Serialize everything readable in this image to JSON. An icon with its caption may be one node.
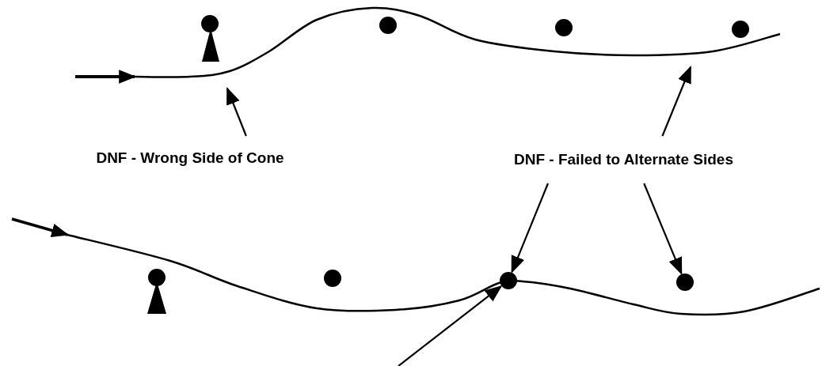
{
  "diagram": {
    "nodes": [
      {
        "text": [
          "DNF - Wrong Side of Cone"
        ]
      },
      {
        "text": [
          "DNF - Failed to Alternate Sides"
        ]
      },
      {
        "text": [],
        "shape": "circle"
      },
      {
        "text": [],
        "shape": "circle"
      },
      {
        "text": [],
        "shape": "circle"
      },
      {
        "text": [],
        "shape": "circle"
      },
      {
        "text": [],
        "shape": "circle"
      },
      {
        "text": [],
        "shape": "circle"
      }
    ],
    "edges": [
      {
        "from": 0,
        "to": null,
        "arrow": "to"
      },
      {
        "from": 1,
        "to": null,
        "arrow": "to"
      },
      {
        "from": 1,
        "to": 6,
        "arrow": "to"
      },
      {
        "from": 1,
        "to": 7,
        "arrow": "to"
      },
      {
        "from": null,
        "to": 6,
        "arrow": "to"
      }
    ]
  }
}
